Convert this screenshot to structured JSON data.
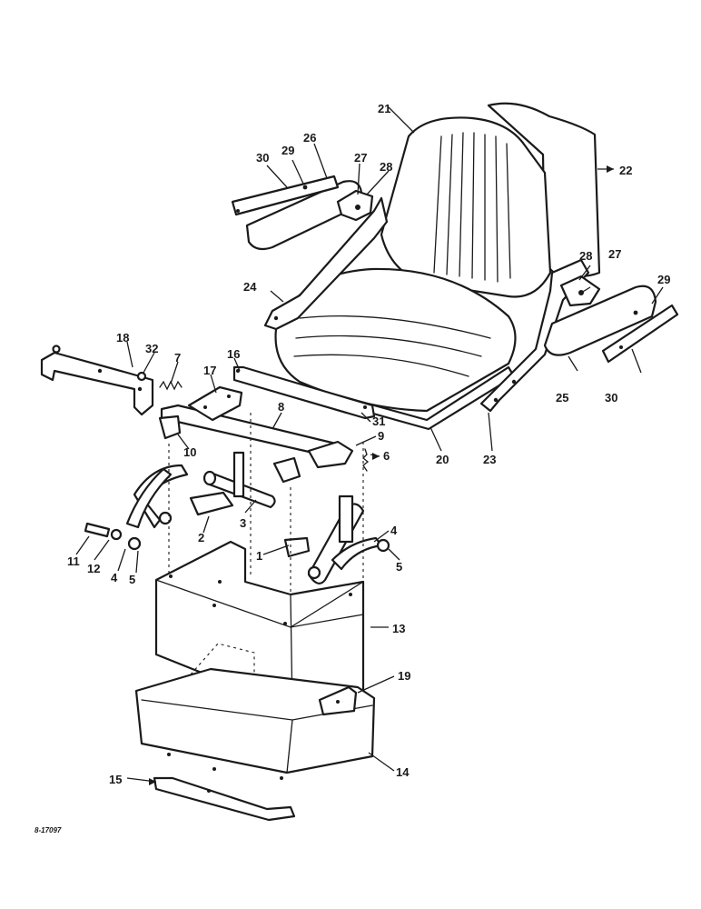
{
  "figure_id": "8-17097",
  "callouts": [
    {
      "id": "c1",
      "label": "1"
    },
    {
      "id": "c2",
      "label": "2"
    },
    {
      "id": "c3",
      "label": "3"
    },
    {
      "id": "c4a",
      "label": "4"
    },
    {
      "id": "c4b",
      "label": "4"
    },
    {
      "id": "c5a",
      "label": "5"
    },
    {
      "id": "c5b",
      "label": "5"
    },
    {
      "id": "c6",
      "label": "6"
    },
    {
      "id": "c7",
      "label": "7"
    },
    {
      "id": "c8",
      "label": "8"
    },
    {
      "id": "c9",
      "label": "9"
    },
    {
      "id": "c10",
      "label": "10"
    },
    {
      "id": "c11",
      "label": "11"
    },
    {
      "id": "c12",
      "label": "12"
    },
    {
      "id": "c13",
      "label": "13"
    },
    {
      "id": "c14",
      "label": "14"
    },
    {
      "id": "c15",
      "label": "15"
    },
    {
      "id": "c16",
      "label": "16"
    },
    {
      "id": "c17",
      "label": "17"
    },
    {
      "id": "c18",
      "label": "18"
    },
    {
      "id": "c19",
      "label": "19"
    },
    {
      "id": "c20",
      "label": "20"
    },
    {
      "id": "c21",
      "label": "21"
    },
    {
      "id": "c22",
      "label": "22"
    },
    {
      "id": "c23",
      "label": "23"
    },
    {
      "id": "c24",
      "label": "24"
    },
    {
      "id": "c25",
      "label": "25"
    },
    {
      "id": "c26",
      "label": "26"
    },
    {
      "id": "c27a",
      "label": "27"
    },
    {
      "id": "c27b",
      "label": "27"
    },
    {
      "id": "c28a",
      "label": "28"
    },
    {
      "id": "c28b",
      "label": "28"
    },
    {
      "id": "c29a",
      "label": "29"
    },
    {
      "id": "c29b",
      "label": "29"
    },
    {
      "id": "c30a",
      "label": "30"
    },
    {
      "id": "c30b",
      "label": "30"
    },
    {
      "id": "c31",
      "label": "31"
    },
    {
      "id": "c32",
      "label": "32"
    }
  ]
}
